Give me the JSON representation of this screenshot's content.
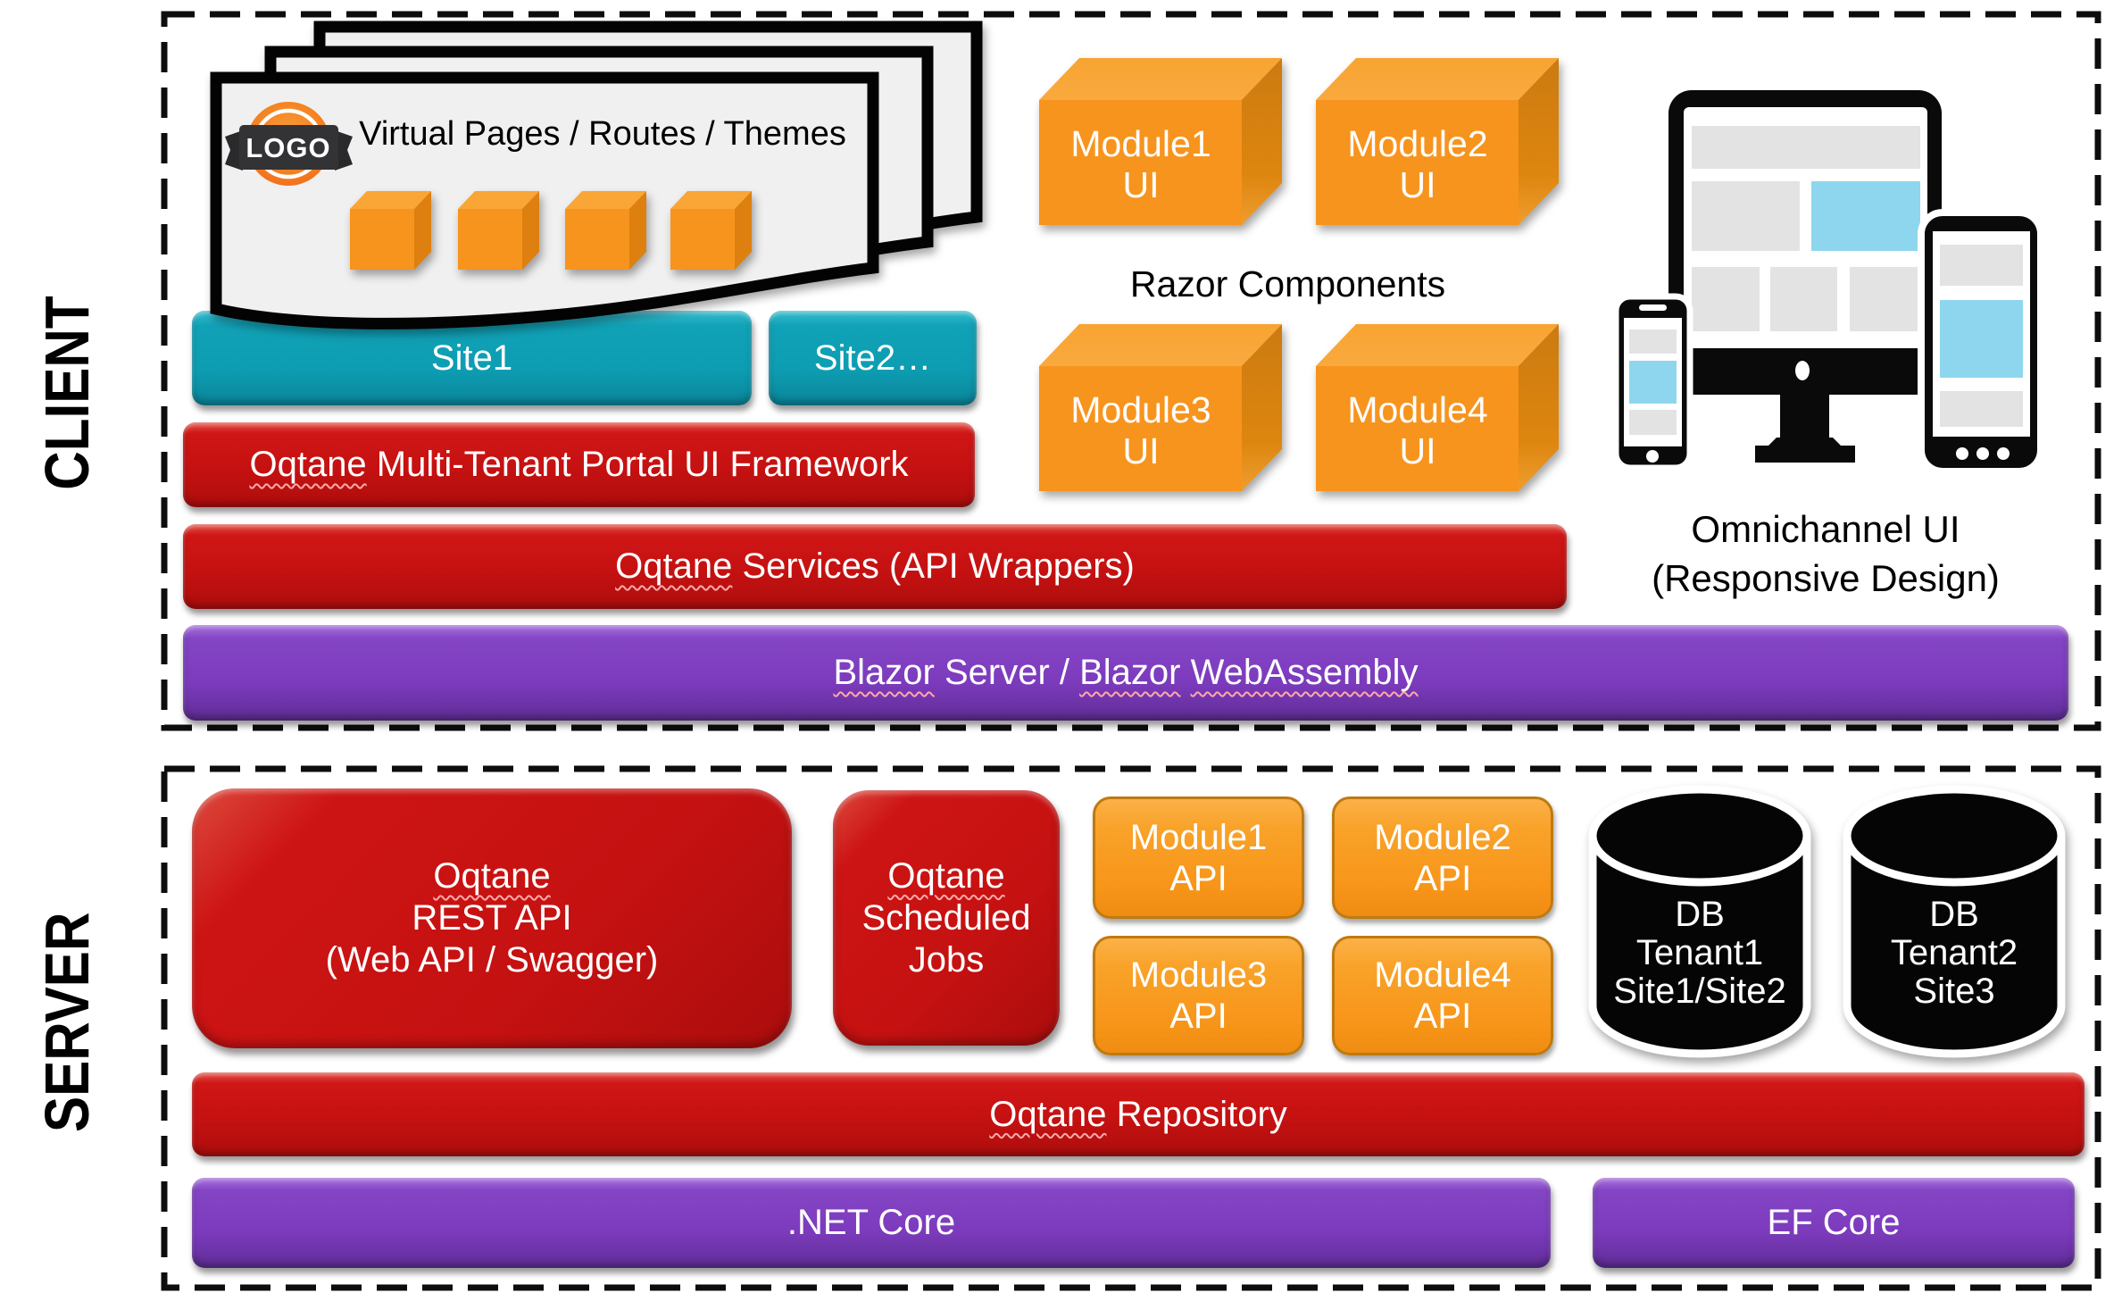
{
  "colors": {
    "red": "#c51111",
    "purple": "#7c3bbd",
    "teal": "#0d9db2",
    "orange": "#f7941e",
    "black": "#0a0a0a",
    "panel_gray": "#f0f0f0",
    "wireframe_gray": "#e3e3e3",
    "wireframe_blue": "#8ed6ee"
  },
  "client": {
    "section_label": "CLIENT",
    "page_stack": {
      "logo_text": "LOGO",
      "title": "Virtual Pages / Routes / Themes"
    },
    "sites": [
      {
        "label": "Site1"
      },
      {
        "label": "Site2…"
      }
    ],
    "framework_bar": {
      "word": "Oqtane",
      "rest": " Multi-Tenant Portal UI Framework"
    },
    "services_bar": {
      "word": "Oqtane",
      "rest": " Services (API Wrappers)"
    },
    "blazor_bar": {
      "w1": "Blazor",
      "mid": " Server / ",
      "w2": "Blazor",
      "sep": " ",
      "w3": "WebAssembly"
    },
    "razor_components_label": "Razor Components",
    "module_boxes": [
      {
        "line1": "Module1",
        "line2": "UI"
      },
      {
        "line1": "Module2",
        "line2": "UI"
      },
      {
        "line1": "Module3",
        "line2": "UI"
      },
      {
        "line1": "Module4",
        "line2": "UI"
      }
    ],
    "omnichannel": {
      "line1": "Omnichannel UI",
      "line2": "(Responsive Design)"
    }
  },
  "server": {
    "section_label": "SERVER",
    "rest_api_box": {
      "line1": "Oqtane",
      "line2": "REST API",
      "line3": "(Web API / Swagger)"
    },
    "scheduled_jobs_box": {
      "line1": "Oqtane",
      "line2": "Scheduled",
      "line3": "Jobs"
    },
    "api_boxes": [
      {
        "line1": "Module1",
        "line2": "API"
      },
      {
        "line1": "Module2",
        "line2": "API"
      },
      {
        "line1": "Module3",
        "line2": "API"
      },
      {
        "line1": "Module4",
        "line2": "API"
      }
    ],
    "databases": [
      {
        "line1": "DB",
        "line2": "Tenant1",
        "line3": "Site1/Site2"
      },
      {
        "line1": "DB",
        "line2": "Tenant2",
        "line3": "Site3"
      }
    ],
    "repository_bar": {
      "word": "Oqtane",
      "rest": " Repository"
    },
    "net_core_label": ".NET Core",
    "ef_core_label": "EF Core"
  }
}
